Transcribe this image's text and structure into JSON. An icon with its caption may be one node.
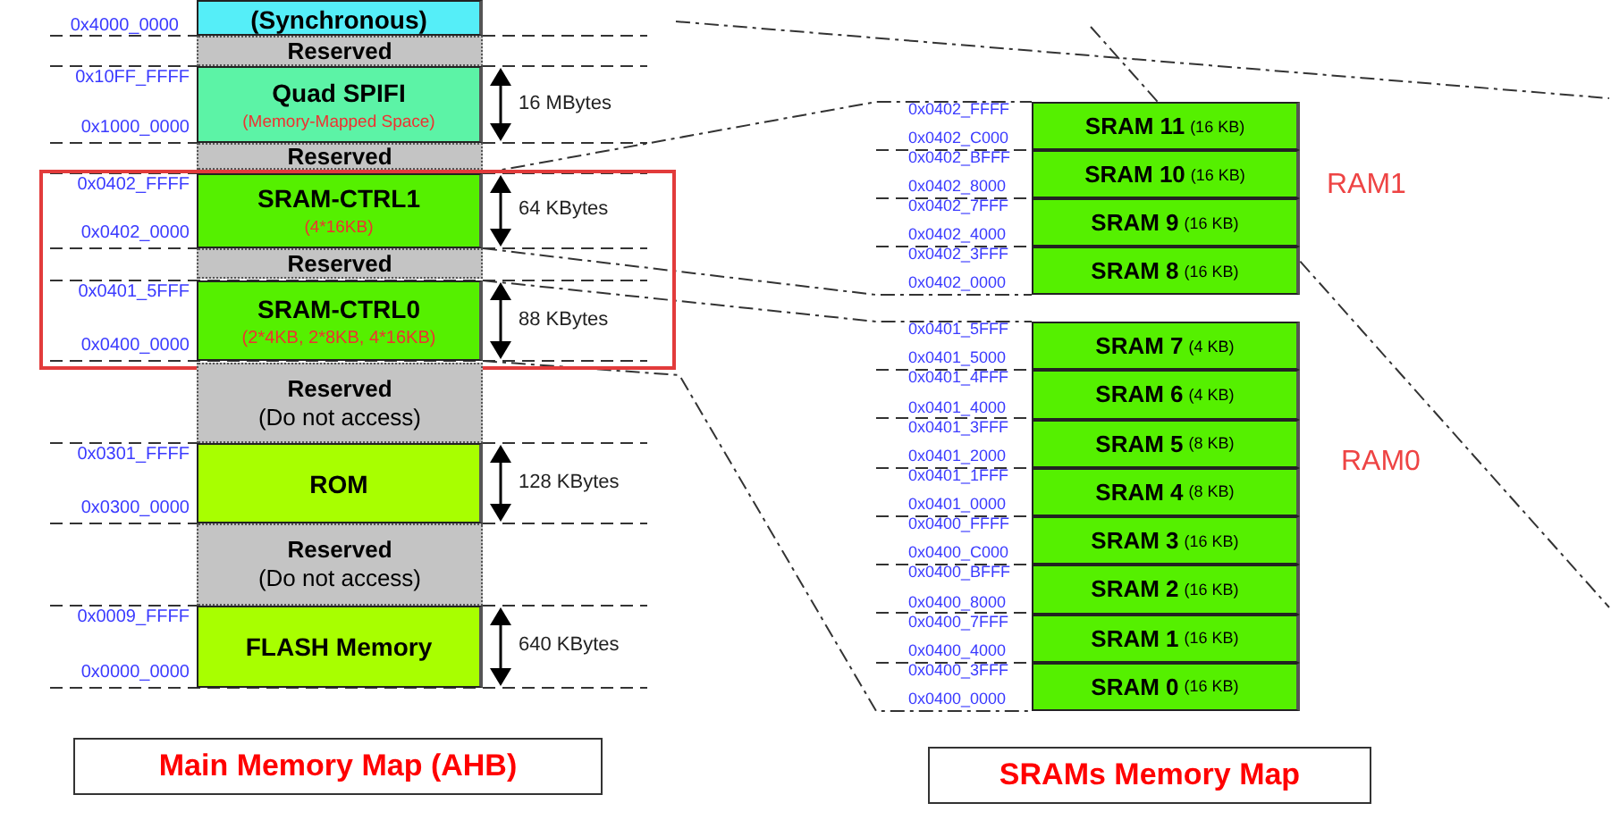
{
  "diagram": {
    "nodes": [
      {
        "text": [
          "(Synchronous)"
        ],
        "beside": [
          "0x4000_0000"
        ]
      },
      {
        "text": [
          "Reserved"
        ]
      },
      {
        "text": [
          "Quad SPIFI",
          "(Memory-Mapped Space)"
        ],
        "beside": [
          "0x10FF_FFFF",
          "0x1000_0000",
          "16 MBytes"
        ]
      },
      {
        "text": [
          "Reserved"
        ]
      },
      {
        "text": [],
        "shape": "box"
      },
      {
        "text": [
          "SRAM-CTRL1",
          "(4*16KB)"
        ],
        "in": 4,
        "beside": [
          "0x0402_FFFF",
          "0x0402_0000",
          "64 KBytes"
        ]
      },
      {
        "text": [
          "Reserved"
        ],
        "in": 4
      },
      {
        "text": [
          "SRAM-CTRL0",
          "(2*4KB, 2*8KB, 4*16KB)"
        ],
        "in": 4,
        "beside": [
          "0x0401_5FFF",
          "0x0400_0000",
          "88 KBytes"
        ]
      },
      {
        "text": [
          "Reserved",
          "(Do not access)"
        ]
      },
      {
        "text": [
          "ROM"
        ],
        "beside": [
          "0x0301_FFFF",
          "0x0300_0000",
          "128 KBytes"
        ]
      },
      {
        "text": [
          "Reserved",
          "(Do not access)"
        ]
      },
      {
        "text": [
          "FLASH Memory"
        ],
        "beside": [
          "0x0009_FFFF",
          "0x0000_0000",
          "640 KBytes"
        ]
      },
      {
        "text": [
          "Main Memory Map (AHB)"
        ]
      },
      {
        "text": [
          "SRAM 11",
          "(16 KB)"
        ],
        "beside": [
          "0x0402_FFFF",
          "0x0402_C000"
        ]
      },
      {
        "text": [
          "SRAM 10",
          "(16 KB)"
        ],
        "beside": [
          "0x0402_BFFF",
          "0x0402_8000"
        ]
      },
      {
        "text": [
          "SRAM 9",
          "(16 KB)"
        ],
        "beside": [
          "0x0402_7FFF",
          "0x0402_4000"
        ]
      },
      {
        "text": [
          "SRAM 8",
          "(16 KB)"
        ],
        "beside": [
          "0x0402_3FFF",
          "0x0402_0000"
        ]
      },
      {
        "text": [
          "SRAM 7",
          "(4 KB)"
        ],
        "beside": [
          "0x0401_5FFF",
          "0x0401_5000"
        ]
      },
      {
        "text": [
          "SRAM 6",
          "(4 KB)"
        ],
        "beside": [
          "0x0401_4FFF",
          "0x0401_4000"
        ]
      },
      {
        "text": [
          "SRAM 5",
          "(8 KB)"
        ],
        "beside": [
          "0x0401_3FFF",
          "0x0401_2000"
        ]
      },
      {
        "text": [
          "SRAM 4",
          "(8 KB)"
        ],
        "beside": [
          "0x0401_1FFF",
          "0x0401_0000"
        ]
      },
      {
        "text": [
          "SRAM 3",
          "(16 KB)"
        ],
        "beside": [
          "0x0400_FFFF",
          "0x0400_C000"
        ]
      },
      {
        "text": [
          "SRAM 2",
          "(16 KB)"
        ],
        "beside": [
          "0x0400_BFFF",
          "0x0400_8000"
        ]
      },
      {
        "text": [
          "SRAM 1",
          "(16 KB)"
        ],
        "beside": [
          "0x0400_7FFF",
          "0x0400_4000"
        ]
      },
      {
        "text": [
          "SRAM 0",
          "(16 KB)"
        ],
        "beside": [
          "0x0400_3FFF",
          "0x0400_0000"
        ]
      },
      {
        "text": [
          "SRAMs Memory Map"
        ]
      }
    ],
    "edges": [
      {
        "from": 5,
        "to": 13,
        "arrow": "none",
        "style": "dashed"
      },
      {
        "from": 5,
        "to": 16,
        "arrow": "none",
        "style": "dashed"
      },
      {
        "from": 7,
        "to": 17,
        "arrow": "none",
        "style": "dashed"
      },
      {
        "from": 7,
        "to": 24,
        "arrow": "none",
        "style": "dashed"
      }
    ],
    "labels": [
      "RAM1",
      "RAM0"
    ]
  }
}
